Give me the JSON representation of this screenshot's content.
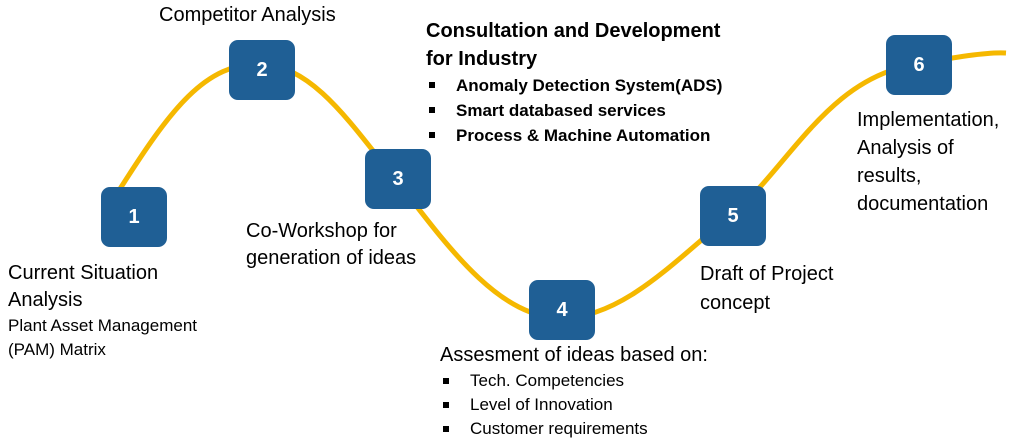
{
  "colors": {
    "box": "#1f5f95",
    "curve": "#f5b800"
  },
  "steps": [
    {
      "number": "1",
      "title": "Current Situation Analysis",
      "title_lines": [
        "Current Situation",
        "Analysis"
      ],
      "detail_lines": [
        "Plant Asset Management",
        "(PAM) Matrix"
      ]
    },
    {
      "number": "2",
      "title": "Competitor Analysis"
    },
    {
      "number": "3",
      "title_lines": [
        "Co-Workshop for",
        "generation of ideas"
      ]
    },
    {
      "number": "4",
      "title": "Assesment of ideas based on:",
      "bullets": [
        "Tech. Competencies",
        "Level of Innovation",
        "Customer requirements"
      ]
    },
    {
      "number": "5",
      "title_lines": [
        "Draft of Project",
        "concept"
      ]
    },
    {
      "number": "6",
      "title_lines": [
        "Implementation,",
        "Analysis of",
        "results,",
        "documentation"
      ]
    }
  ],
  "consultation": {
    "title_lines": [
      "Consultation and Development",
      "for Industry"
    ],
    "bullets": [
      "Anomaly Detection System(ADS)",
      "Smart databased services",
      "Process & Machine Automation"
    ]
  }
}
